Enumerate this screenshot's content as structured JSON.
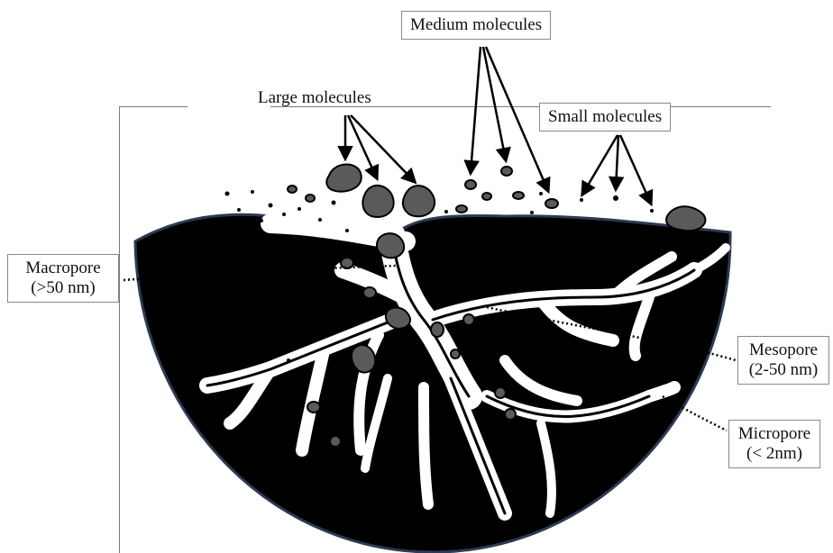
{
  "labels": {
    "large": "Large molecules",
    "medium": "Medium molecules",
    "small": "Small molecules",
    "macro_name": "Macropore",
    "macro_size": "(>50 nm)",
    "meso_name": "Mesopore",
    "meso_size": "(2-50 nm)",
    "micro_name": "Micropore",
    "micro_size": "(< 2nm)"
  },
  "colors": {
    "pore_body": "#000000",
    "channel": "#ffffff",
    "molecule": "#5a5a5a",
    "rim": "#2d3a55",
    "frame_line": "#7a7a7a"
  }
}
